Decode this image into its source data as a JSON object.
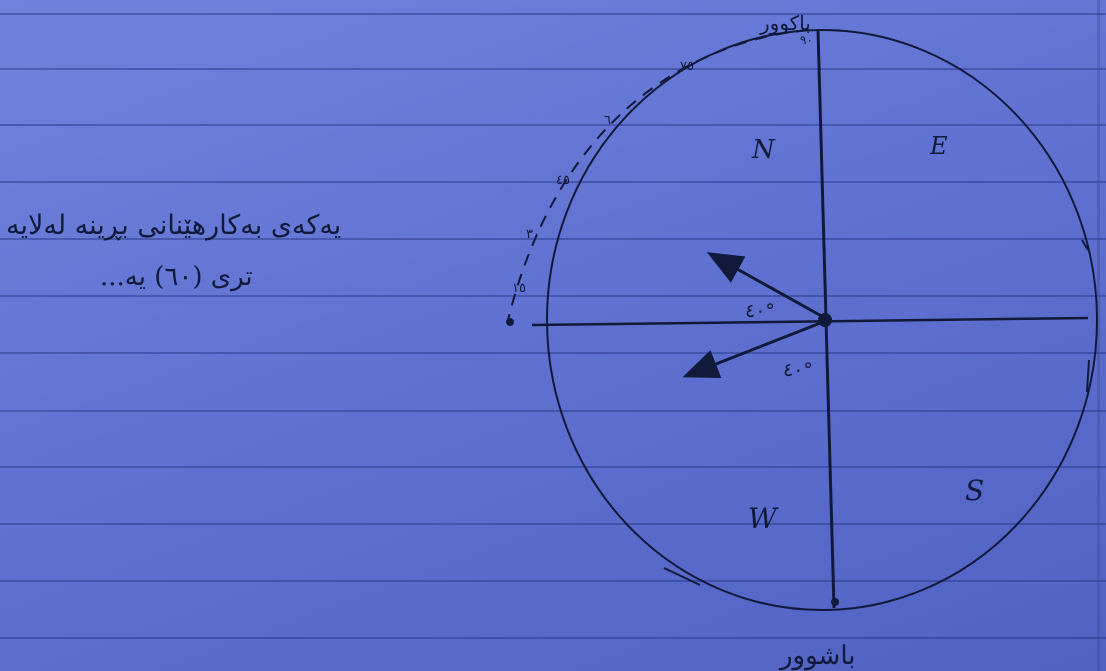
{
  "note": {
    "line1": "یەکەی بەکارهێنانی بڕینە لەلایە",
    "line2": "تری (٦٠) یە..."
  },
  "compass": {
    "north_label": "باکوور",
    "south_label": "باشوور",
    "quadrants": {
      "top_left": "N",
      "top_right": "E",
      "bottom_left": "W",
      "bottom_right": "S"
    },
    "vectors": [
      {
        "name": "upper-arrow",
        "label": "٤٠°"
      },
      {
        "name": "lower-arrow",
        "label": "٤٠°"
      }
    ],
    "arc_ticks": [
      "٩٠",
      "٧٥",
      "٦٠",
      "٤٥",
      "٣٠",
      "١٥",
      "٠"
    ]
  },
  "colors": {
    "ink": "#111a3a",
    "paper": "#6173d2",
    "rule": "#233282"
  }
}
